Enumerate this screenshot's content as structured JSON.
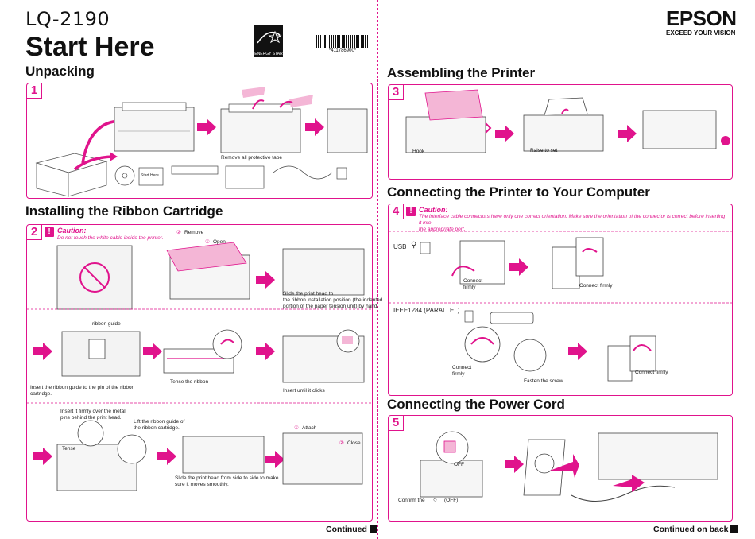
{
  "header": {
    "model": "LQ-2190",
    "title": "Start Here",
    "energy_star": "ENERGY STAR",
    "barcode_number": "*411786900*",
    "brand": "EPSON",
    "tagline": "EXCEED YOUR VISION"
  },
  "sections": {
    "unpacking": "Unpacking",
    "ribbon": "Installing the Ribbon Cartridge",
    "assembling": "Assembling the Printer",
    "connecting": "Connecting the Printer to Your Computer",
    "power": "Connecting the Power Cord"
  },
  "steps": {
    "s1": {
      "number": "1",
      "remove_tape": "Remove all protective tape",
      "start_here_card": "Start Here"
    },
    "s2": {
      "number": "2",
      "caution_title": "Caution:",
      "caution_text": "Do not touch the white cable inside the printer.",
      "remove": "Remove",
      "open": "Open",
      "remove_num": "②",
      "open_num": "①",
      "slide_head": "Slide the print head to\nthe ribbon installation position (the indented\nportion of the paper tension unit) by hand.",
      "ribbon_guide": "ribbon guide",
      "insert_guide": "Insert the ribbon guide to the pin of the ribbon\ncartridge.",
      "tense_ribbon": "Tense the ribbon",
      "insert_click": "Insert until it clicks",
      "insert_metal": "Insert it firmly over the metal\npins behind the print head.",
      "lift_guide": "Lift the ribbon guide of\nthe ribbon cartridge.",
      "tense": "Tense",
      "slide_smoothly": "Slide the print head from side to side to make\nsure it moves smoothly.",
      "attach": "Attach",
      "close": "Close",
      "attach_num": "①",
      "close_num": "②"
    },
    "s3": {
      "number": "3",
      "hook": "Hook",
      "raise": "Raise to set"
    },
    "s4": {
      "number": "4",
      "caution_title": "Caution:",
      "caution_text": "The interface cable connectors have only one correct orientation. Make sure the orientation of the connector is correct before inserting it into\nthe appropriate port.",
      "usb": "USB",
      "connect_firmly_1": "Connect\nfirmly",
      "connect_firmly_2": "Connect firmly",
      "parallel": "IEEE1284 (PARALLEL)",
      "connect_firmly_3": "Connect\nfirmly",
      "fasten_screw": "Fasten the screw",
      "connect_firmly_4": "Connect firmly"
    },
    "s5": {
      "number": "5",
      "off": "OFF",
      "confirm": "Confirm the",
      "confirm_off": "(OFF)"
    }
  },
  "footer": {
    "continued_left": "Continued",
    "continued_right": "Continued on back"
  },
  "colors": {
    "accent": "#e0138c"
  }
}
